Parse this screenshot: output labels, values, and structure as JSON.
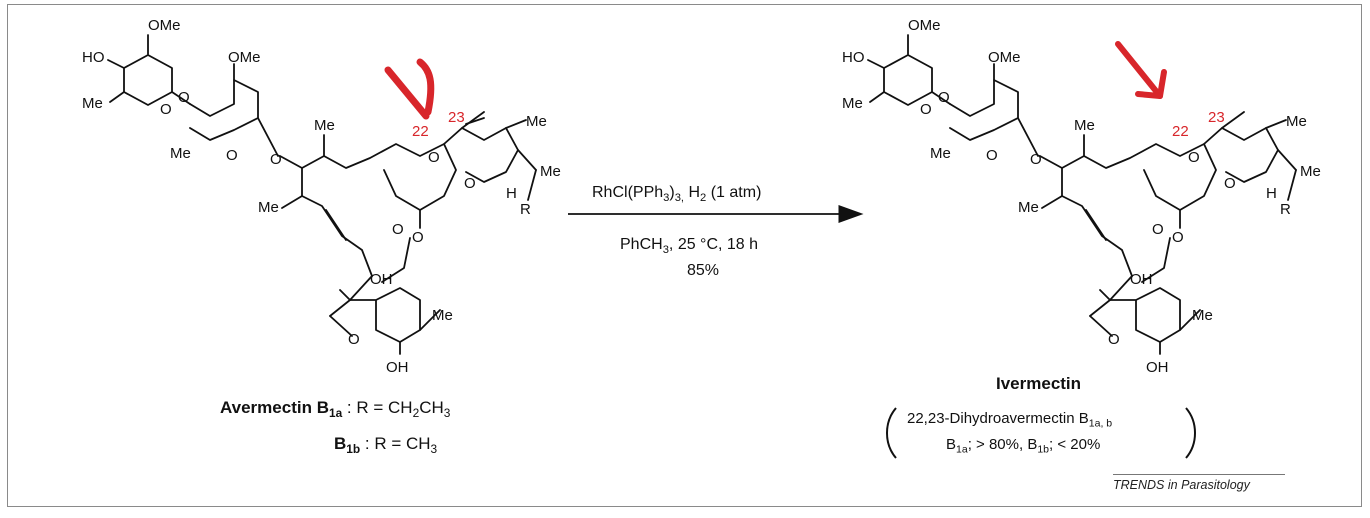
{
  "left": {
    "labels": {
      "ome_top": "OMe",
      "ho": "HO",
      "me1": "Me",
      "o1": "O",
      "o2": "O",
      "ome_mid": "OMe",
      "me2": "Me",
      "o3": "O",
      "o4": "O",
      "me_cross": "Me",
      "o_spiro1": "O",
      "o_spiro2": "O",
      "me_r1": "Me",
      "me_r2": "Me",
      "h": "H",
      "r": "R",
      "me_left": "Me",
      "o_ester1": "O",
      "o_ester2": "O",
      "oh1": "OH",
      "o_furan": "O",
      "me_bottom": "Me",
      "oh2": "OH",
      "num22": "22",
      "num23": "23"
    },
    "name": "Avermectin B",
    "name_sub": "1a",
    "r1_text": " : R = CH",
    "r1_sub": "2",
    "r1_end": "CH",
    "r1_sub2": "3",
    "b1b": "B",
    "b1b_sub": "1b",
    "r2_text": " : R = CH",
    "r2_sub": "3"
  },
  "arrow": {
    "above": "RhCl(PPh",
    "above_sub": "3",
    "above_mid": ")",
    "above_sub2": "3,",
    "above_end": " H",
    "above_sub3": "2",
    "above_tail": " (1 atm)",
    "below1": "PhCH",
    "below1_sub": "3",
    "below1_end": ", 25 °C, 18 h",
    "below2": "85%"
  },
  "right": {
    "labels": {
      "ome_top": "OMe",
      "ho": "HO",
      "me1": "Me",
      "o1": "O",
      "o2": "O",
      "ome_mid": "OMe",
      "me2": "Me",
      "o3": "O",
      "o4": "O",
      "me_cross": "Me",
      "o_spiro1": "O",
      "o_spiro2": "O",
      "me_r1": "Me",
      "me_r2": "Me",
      "h": "H",
      "r": "R",
      "me_left": "Me",
      "o_ester1": "O",
      "o_ester2": "O",
      "oh1": "OH",
      "o_furan": "O",
      "me_bottom": "Me",
      "oh2": "OH",
      "num22": "22",
      "num23": "23"
    },
    "name": "Ivermectin",
    "desc1": "22,23-Dihydroavermectin B",
    "desc1_sub": "1a, b",
    "desc2a": "B",
    "desc2a_sub": "1a",
    "desc2b": "; > 80%, B",
    "desc2b_sub": "1b",
    "desc2c": "; < 20%"
  },
  "journal": "TRENDS in Parasitology",
  "colors": {
    "annotation": "#d8262b",
    "ink": "#111111",
    "frame": "#8a8a8a"
  }
}
